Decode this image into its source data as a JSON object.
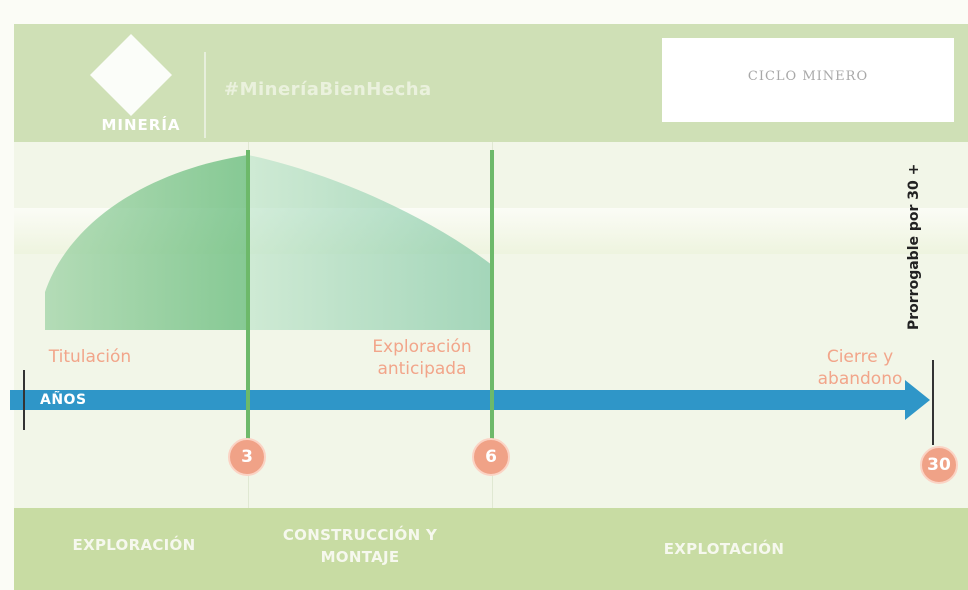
{
  "header": {
    "logo_text": "MINERÍA",
    "hashtag": "#MineríaBienHecha",
    "box_text": "CICLO MINERO"
  },
  "timeline": {
    "axis_label": "AÑOS",
    "extension_note": "Prorrogable por 30 +",
    "milestones": [
      "3",
      "6",
      "30"
    ],
    "phase_labels": {
      "titulacion": "Titulación",
      "exploracion_anticipada_1": "Exploración",
      "exploracion_anticipada_2": "anticipada",
      "cierre_1": "Cierre y",
      "cierre_2": "abandono"
    }
  },
  "stages": {
    "exploracion": "EXPLORACIÓN",
    "construccion_1": "CONSTRUCCIÓN Y",
    "construccion_2": "MONTAJE",
    "explotacion": "EXPLOTACIÓN"
  },
  "colors": {
    "arrow": "#2f96c8",
    "green": "#7cc389",
    "accent": "#f0a287",
    "header": "#cfe0b6",
    "footer": "#c8dca3"
  }
}
